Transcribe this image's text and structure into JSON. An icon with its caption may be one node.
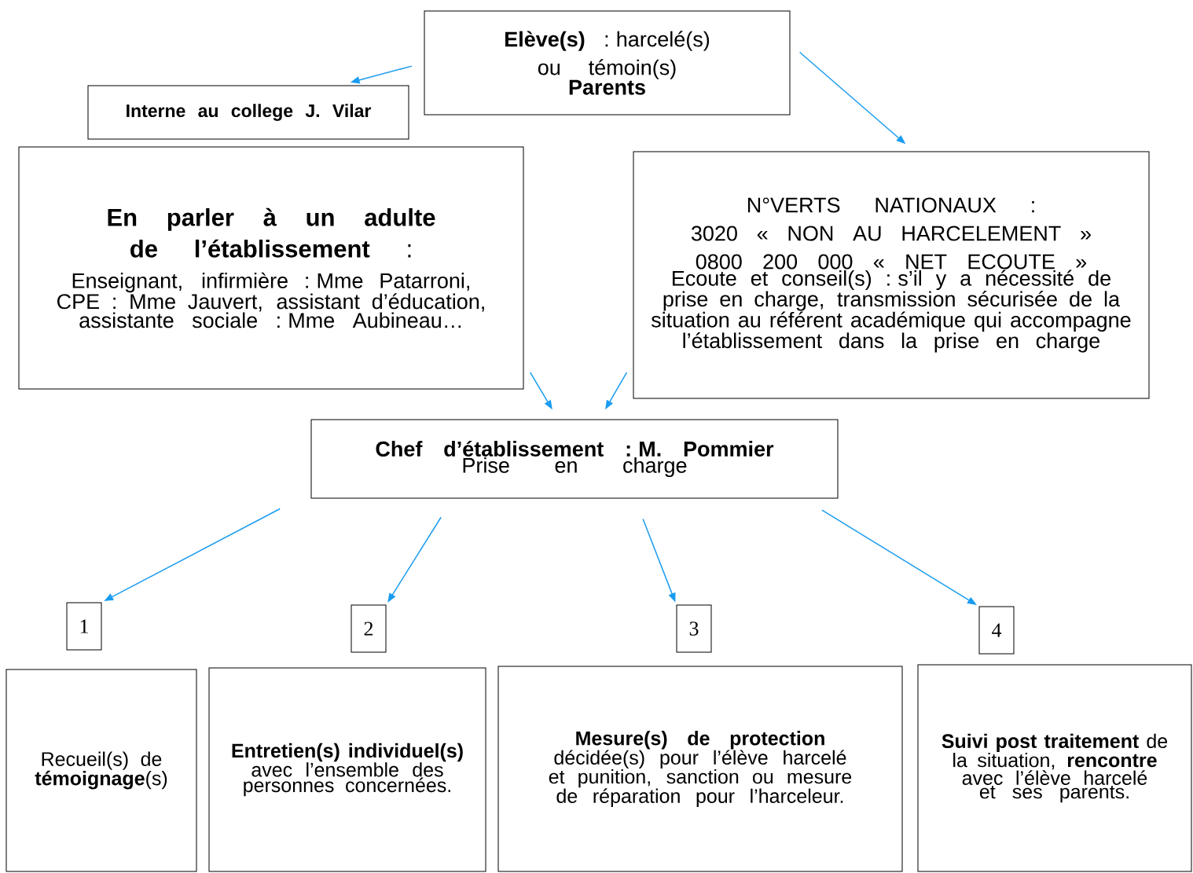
{
  "diagram": {
    "nodes": [
      {
        "text": [
          "**Elève(s)** : harcelé(s) ou témoin(s)",
          "Parents"
        ]
      },
      {
        "text": [
          "Interne au college J. Vilar"
        ]
      },
      {
        "text": [
          "**En parler à un adulte de l’établissement** :",
          "Enseignant, infirmière : Mme Patarroni, CPE : Mme Jauvert, assistant d’éducation, assistante sociale : Mme Aubineau…"
        ]
      },
      {
        "text": [
          "N°VERTS NATIONAUX :",
          "3020 « NON AU HARCELEMENT »",
          "0800 200 000 « NET ECOUTE »",
          "Ecoute et conseil(s) : s’il y a nécessité de prise en charge, transmission sécurisée de la situation au référent académique qui accompagne l’établissement dans la prise en charge"
        ]
      },
      {
        "text": [
          "Chef d’établissement : M. Pommier",
          "Prise en charge"
        ]
      },
      {
        "text": [
          "1"
        ]
      },
      {
        "text": [
          "2"
        ]
      },
      {
        "text": [
          "3"
        ]
      },
      {
        "text": [
          "4"
        ]
      },
      {
        "text": [
          "Recueil(s) de **témoignage**(s)"
        ]
      },
      {
        "text": [
          "**Entretien(s) individuel(s)** avec l’ensemble des personnes concernées."
        ]
      },
      {
        "text": [
          "Mesure(s) de protection",
          "décidée(s) pour l’élève harcelé et punition, sanction ou mesure de réparation pour l’harceleur."
        ]
      },
      {
        "text": [
          "**Suivi post traitement** de la situation, **rencontre** avec l’élève harcelé et ses parents."
        ]
      }
    ],
    "edges": [
      {
        "from": 0,
        "to": 1,
        "arrow": "to"
      },
      {
        "from": 0,
        "to": 3,
        "arrow": "to"
      },
      {
        "from": 2,
        "to": 4,
        "arrow": "to"
      },
      {
        "from": 3,
        "to": 4,
        "arrow": "to"
      },
      {
        "from": 4,
        "to": 5,
        "arrow": "to"
      },
      {
        "from": 4,
        "to": 6,
        "arrow": "to"
      },
      {
        "from": 4,
        "to": 7,
        "arrow": "to"
      },
      {
        "from": 4,
        "to": 8,
        "arrow": "to"
      }
    ]
  }
}
